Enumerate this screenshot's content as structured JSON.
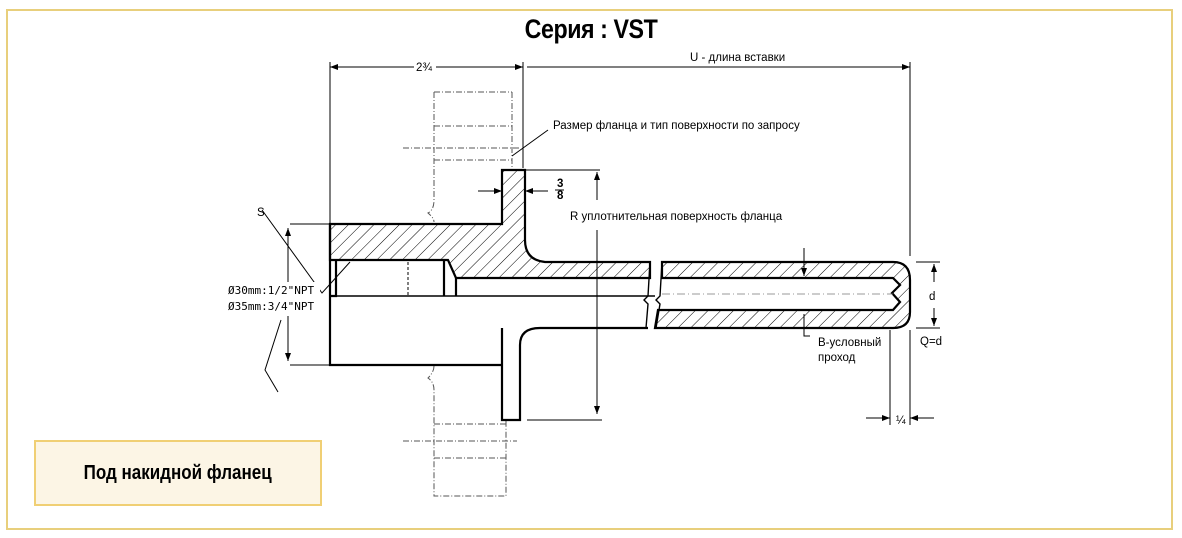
{
  "title": "Серия : VST",
  "badge": {
    "label": "Под накидной фланец"
  },
  "colors": {
    "frame_border": "#e8cf7c",
    "badge_fill": "#fcf5e5",
    "badge_border": "#f0cf74",
    "ink": "#000000"
  },
  "dimensions": {
    "head_length": "2¾",
    "insertion_length": "U - длина вставки",
    "flange_note": "Размер фланца и тип поверхности по запросу",
    "flange_thickness_num": "3",
    "flange_thickness_den": "8",
    "sealing_surface": "R уплотнительная поверхность фланца",
    "socket_label": "S",
    "thread_1": "Ø30mm:1/2\"NPT",
    "thread_2": "Ø35mm:3/4\"NPT",
    "bore_label_1": "B-условный",
    "bore_label_2": "проход",
    "tip_diameter": "d",
    "tip_relation": "Q=d",
    "tip_offset": "¼"
  }
}
